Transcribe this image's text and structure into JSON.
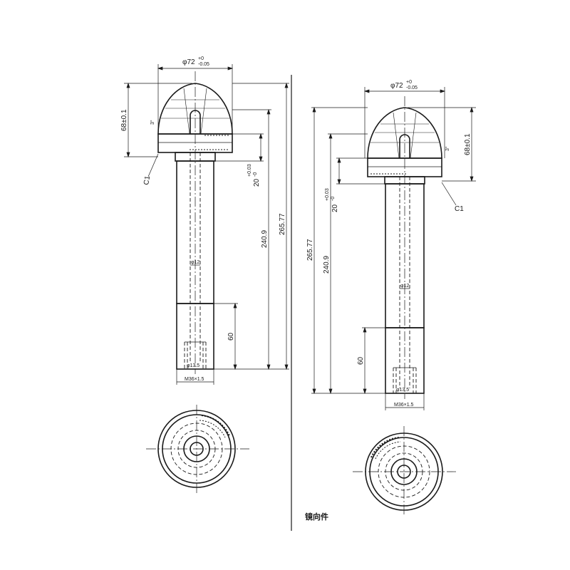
{
  "views": {
    "left": {
      "dim_diameter_main": "φ72",
      "dim_diameter_tol_upper": "+0",
      "dim_diameter_tol_lower": "-0.05",
      "dim_height_head": "68±0.1",
      "dim_total_length": "265.77",
      "dim_shank_length": "240.9",
      "dim_collar": "20",
      "dim_collar_tol_upper": "+0.03",
      "dim_collar_tol_lower": "-0",
      "dim_bore": "φ12",
      "dim_thread_length": "60",
      "dim_thread": "M36×1.5",
      "dim_small_bore": "φ13.5",
      "dim_chamfer": "C1",
      "dim_angle": "3°"
    },
    "right": {
      "dim_diameter_main": "φ72",
      "dim_diameter_tol_upper": "+0",
      "dim_diameter_tol_lower": "-0.05",
      "dim_height_head": "68±0.1",
      "dim_total_length": "265.77",
      "dim_shank_length": "240.9",
      "dim_collar": "20",
      "dim_collar_tol_upper": "+0.03",
      "dim_collar_tol_lower": "-0",
      "dim_bore": "φ12",
      "dim_thread_length": "60",
      "dim_thread": "M36×1.5",
      "dim_small_bore": "φ13.5",
      "dim_chamfer": "C1",
      "dim_angle": "3°"
    }
  },
  "mirror_label": "镜向件"
}
